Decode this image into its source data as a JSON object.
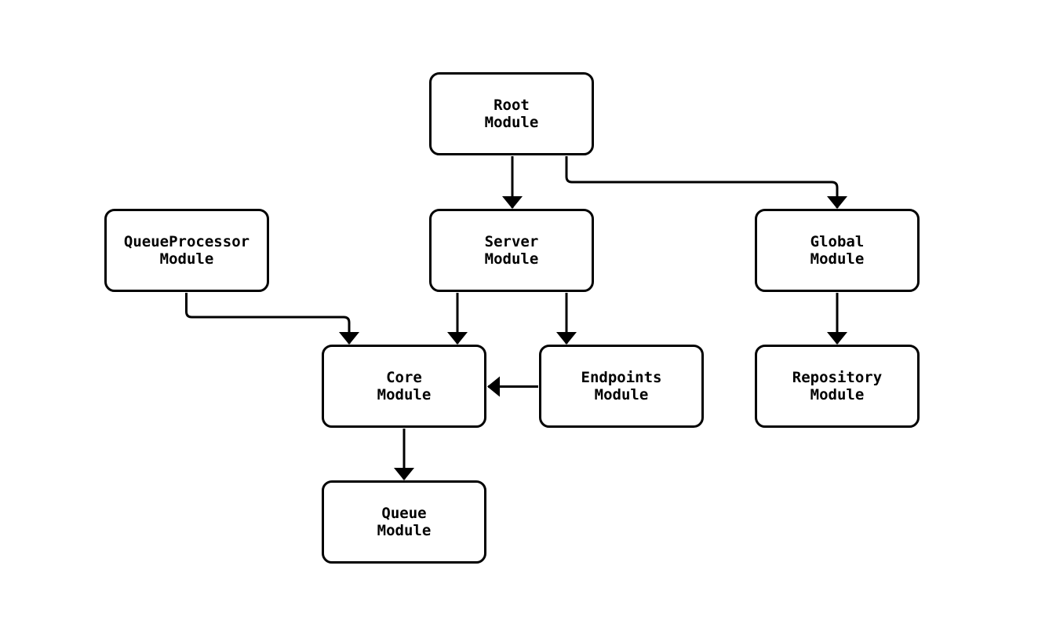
{
  "diagram": {
    "type": "module-dependency-flowchart",
    "background_color": "#ffffff",
    "node_fill_color": "#ffffff",
    "node_border_color": "#000000",
    "edge_color": "#000000",
    "nodes": {
      "root": {
        "line1": "Root",
        "line2": "Module"
      },
      "queueproc": {
        "line1": "QueueProcessor",
        "line2": "Module"
      },
      "server": {
        "line1": "Server",
        "line2": "Module"
      },
      "global": {
        "line1": "Global",
        "line2": "Module"
      },
      "core": {
        "line1": "Core",
        "line2": "Module"
      },
      "endpoints": {
        "line1": "Endpoints",
        "line2": "Module"
      },
      "repository": {
        "line1": "Repository",
        "line2": "Module"
      },
      "queue": {
        "line1": "Queue",
        "line2": "Module"
      }
    },
    "edges": [
      {
        "from": "Root Module",
        "to": "Server Module"
      },
      {
        "from": "Root Module",
        "to": "Global Module"
      },
      {
        "from": "QueueProcessor Module",
        "to": "Core Module"
      },
      {
        "from": "Server Module",
        "to": "Core Module"
      },
      {
        "from": "Server Module",
        "to": "Endpoints Module"
      },
      {
        "from": "Endpoints Module",
        "to": "Core Module"
      },
      {
        "from": "Global Module",
        "to": "Repository Module"
      },
      {
        "from": "Core Module",
        "to": "Queue Module"
      }
    ]
  }
}
